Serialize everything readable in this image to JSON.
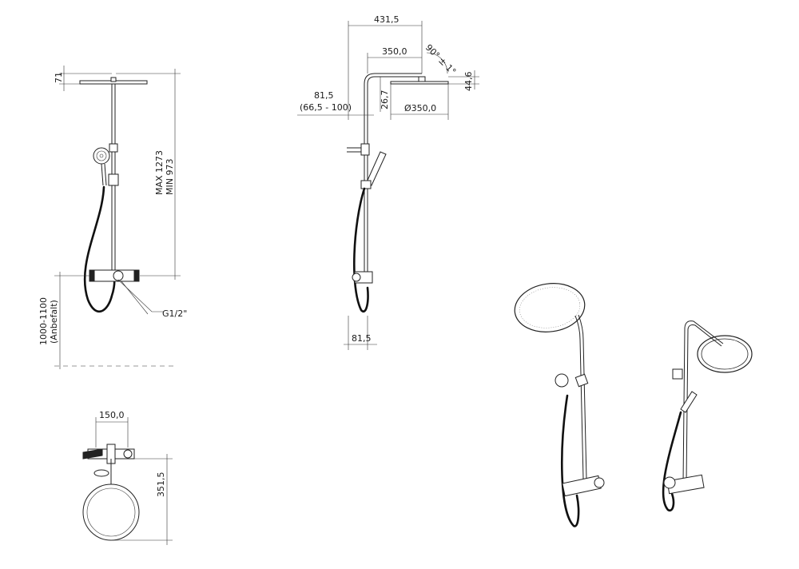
{
  "dimensions": {
    "head_thickness": "71",
    "max_height": "MAX 1273",
    "min_height": "MIN 973",
    "install_height": "1000-1100",
    "install_height_note": "(Anbefalt)",
    "connection": "G1/2\"",
    "total_projection": "431,5",
    "arm_length": "350,0",
    "arm_angle": "90° ± 1°",
    "wall_offset": "81,5",
    "wall_offset_range": "(66,5 - 100)",
    "arm_drop": "26,7",
    "head_diameter": "Ø350,0",
    "head_height": "44,6",
    "base_offset": "81,5",
    "inlet_spacing": "150,0",
    "plan_depth": "351,5"
  }
}
